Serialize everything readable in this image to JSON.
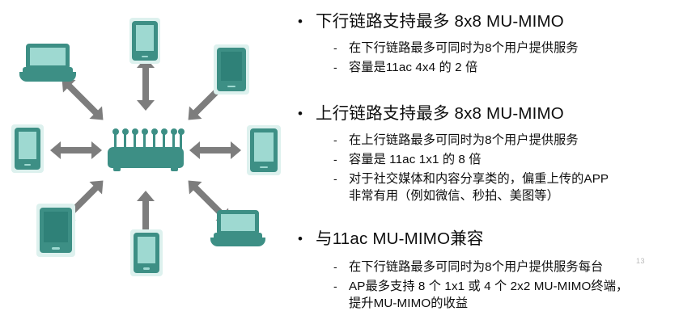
{
  "slide": {
    "page_number": "13",
    "colors": {
      "teal_dark": "#3d8f85",
      "teal_light": "#9ed9d1",
      "teal_backing": "#ddf1ee",
      "arrow_gray": "#7d7d7d",
      "text": "#0d0d0d"
    }
  },
  "diagram": {
    "name": "mu-mimo-topology",
    "center_device": "wireless-access-point",
    "antenna_count": 8,
    "arrow_count": 8,
    "clients": [
      {
        "id": "laptop-top-left",
        "type": "laptop",
        "screen": "light"
      },
      {
        "id": "tablet-top",
        "type": "tablet",
        "screen": "light"
      },
      {
        "id": "tablet-top-right",
        "type": "tablet",
        "screen": "dark"
      },
      {
        "id": "tablet-left",
        "type": "tablet",
        "screen": "light"
      },
      {
        "id": "tablet-right",
        "type": "tablet",
        "screen": "light"
      },
      {
        "id": "tablet-bottom-left",
        "type": "tablet",
        "screen": "dark"
      },
      {
        "id": "tablet-bottom",
        "type": "tablet",
        "screen": "light"
      },
      {
        "id": "laptop-bottom-right",
        "type": "laptop",
        "screen": "light"
      }
    ]
  },
  "content": {
    "sections": [
      {
        "heading": "下行链路支持最多 8x8 MU-MIMO",
        "items": [
          {
            "text": "在下行链路最多可同时为8个用户提供服务",
            "cont": ""
          },
          {
            "text": "容量是11ac 4x4 的 2 倍",
            "cont": ""
          }
        ]
      },
      {
        "heading": "上行链路支持最多 8x8 MU-MIMO",
        "items": [
          {
            "text": "在上行链路最多可同时为8个用户提供服务",
            "cont": ""
          },
          {
            "text": "容量是 11ac 1x1 的 8 倍",
            "cont": ""
          },
          {
            "text": "对于社交媒体和内容分享类的，偏重上传的APP",
            "cont": "非常有用（例如微信、秒拍、美图等）"
          }
        ]
      },
      {
        "heading": "与11ac MU-MIMO兼容",
        "items": [
          {
            "text": "在下行链路最多可同时为8个用户提供服务每台",
            "cont": ""
          },
          {
            "text": "AP最多支持 8 个 1x1 或 4 个 2x2 MU-MIMO终端，",
            "cont": "提升MU-MIMO的收益"
          }
        ]
      }
    ],
    "bullet_glyph": "•",
    "dash_glyph": "-"
  }
}
